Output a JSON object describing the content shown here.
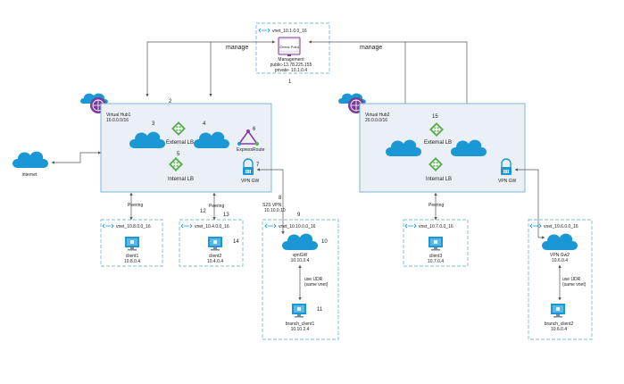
{
  "icons": {
    "vnet": "vnet-icon",
    "cloud": "cloud-icon",
    "lb": "load-balancer-icon",
    "hub": "virtual-hub-icon",
    "vm": "virtual-machine-icon",
    "gw": "vpn-gateway-icon",
    "er": "expressroute-icon"
  },
  "colors": {
    "cloud": "#1a98d5",
    "lb": "#5fad56",
    "hub": "#7a3c96",
    "er": "#8a3aa8",
    "box": "#7ab8df"
  },
  "management": {
    "vnet": "vnet_10.1.0.0_16",
    "screen": "Check Point",
    "name": "Management",
    "public": "public-13.78.225.155",
    "private": "private- 10.1.0.4",
    "number": "1"
  },
  "manage_left": "manage",
  "manage_right": "manage",
  "internet": "internet",
  "hub1": {
    "title": "Virtual Hub1",
    "cidr": "10.0.0.0/16",
    "number": "2",
    "external_lb_num": "3",
    "second_cloud_num": "4",
    "internal_lb_num": "5",
    "expressroute_num": "6",
    "vpngw_num": "7",
    "external_lb": "External LB",
    "internal_lb": "Internal LB",
    "expressroute": "ExpressRoute",
    "vpngw": "VPN GW"
  },
  "hub2": {
    "title": "Virtual Hub2",
    "cidr": "20.0.0.0/16",
    "number": "15",
    "external_lb": "External LB",
    "internal_lb": "Internal LB",
    "vpngw": "VPN GW"
  },
  "peering1": "Peering",
  "peering2": "Peering",
  "peering3": "Peering",
  "num8": "8",
  "num9": "9",
  "num12": "12",
  "num13": "13",
  "s2s": {
    "line1": "S2S VPN",
    "line2": "10.10.0.10"
  },
  "client1": {
    "vnet": "vnet_10.8.0.0_16",
    "name": "client1",
    "ip": "10.8.0.4"
  },
  "client2": {
    "vnet": "vnet_10.4.0.0_16",
    "name": "client2",
    "ip": "10.4.0.4",
    "number": "14"
  },
  "vpnvnet": {
    "vnet": "vnet_10.10.0.0_16",
    "gwname": "vpnGW",
    "gwip": "10.10.0.4",
    "gwnum": "10",
    "udr1": "use UDR",
    "udr2": "(same vnet)",
    "client": "branch_client1",
    "clientip": "10.10.2.4",
    "clientnum": "11"
  },
  "client3": {
    "vnet": "vnet_10.7.0.0_16",
    "name": "client3",
    "ip": "10.7.0.4"
  },
  "vpnvnet2": {
    "vnet": "vnet_10.6.0.0_16",
    "gwname": "VPN Gw2",
    "gwip": "10.6.0.4",
    "udr1": "use UDR",
    "udr2": "(same vnet)",
    "client": "branch_client2",
    "clientip": "10.6.0.4"
  }
}
